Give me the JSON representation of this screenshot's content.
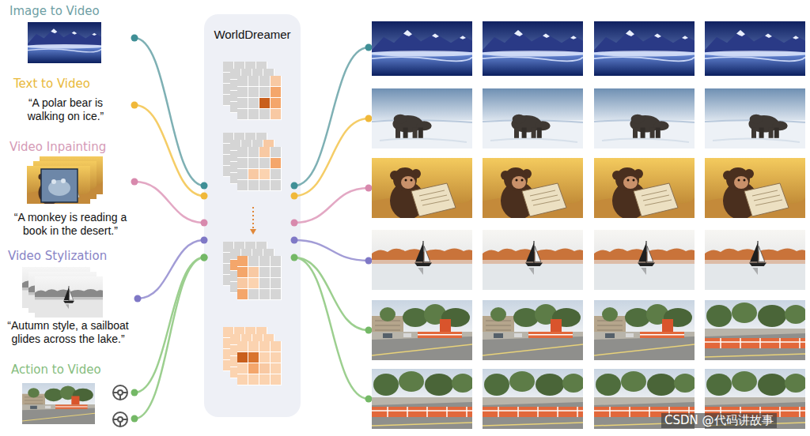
{
  "diagram": {
    "nodes": [
      {
        "text": [
          "Image to Video"
        ]
      },
      {
        "text": [
          "Text to Video",
          "“A polar bear is walking on ice.”"
        ]
      },
      {
        "text": [
          "Video Inpainting",
          "“A monkey is reading a book in the desert.”"
        ]
      },
      {
        "text": [
          "Video Stylization",
          "“Autumn style, a sailboat glides across the lake.”"
        ]
      },
      {
        "text": [
          "Action to Video"
        ]
      },
      {
        "text": [
          "WorldDreamer"
        ]
      }
    ],
    "edges": [
      {
        "from": 0,
        "to": 5,
        "arrow": "none"
      },
      {
        "from": 1,
        "to": 5,
        "arrow": "none"
      },
      {
        "from": 2,
        "to": 5,
        "arrow": "none"
      },
      {
        "from": 3,
        "to": 5,
        "arrow": "none"
      },
      {
        "from": 4,
        "to": 5,
        "arrow": "none"
      },
      {
        "from": 4,
        "to": 5,
        "arrow": "none"
      }
    ],
    "labels": [
      "CSDN @代码讲故事"
    ]
  }
}
